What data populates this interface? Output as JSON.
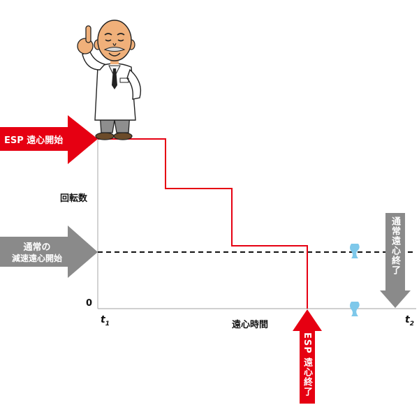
{
  "arrows": {
    "esp_start": "ESP 遠心開始",
    "normal_decel_line1": "通常の",
    "normal_decel_line2": "減速遠心開始",
    "esp_end": "ESP 遠心終了",
    "normal_end": "通常遠心終了"
  },
  "axes": {
    "ylabel": "回転数",
    "y_zero": "0",
    "xlabel": "遠心時間",
    "t1": "t",
    "t1_sub": "1",
    "t2": "t",
    "t2_sub": "2"
  },
  "colors": {
    "red": "#e60012",
    "gray": "#8a8a8a",
    "axis": "#b3b3b3",
    "break": "#7ec8ea"
  }
}
